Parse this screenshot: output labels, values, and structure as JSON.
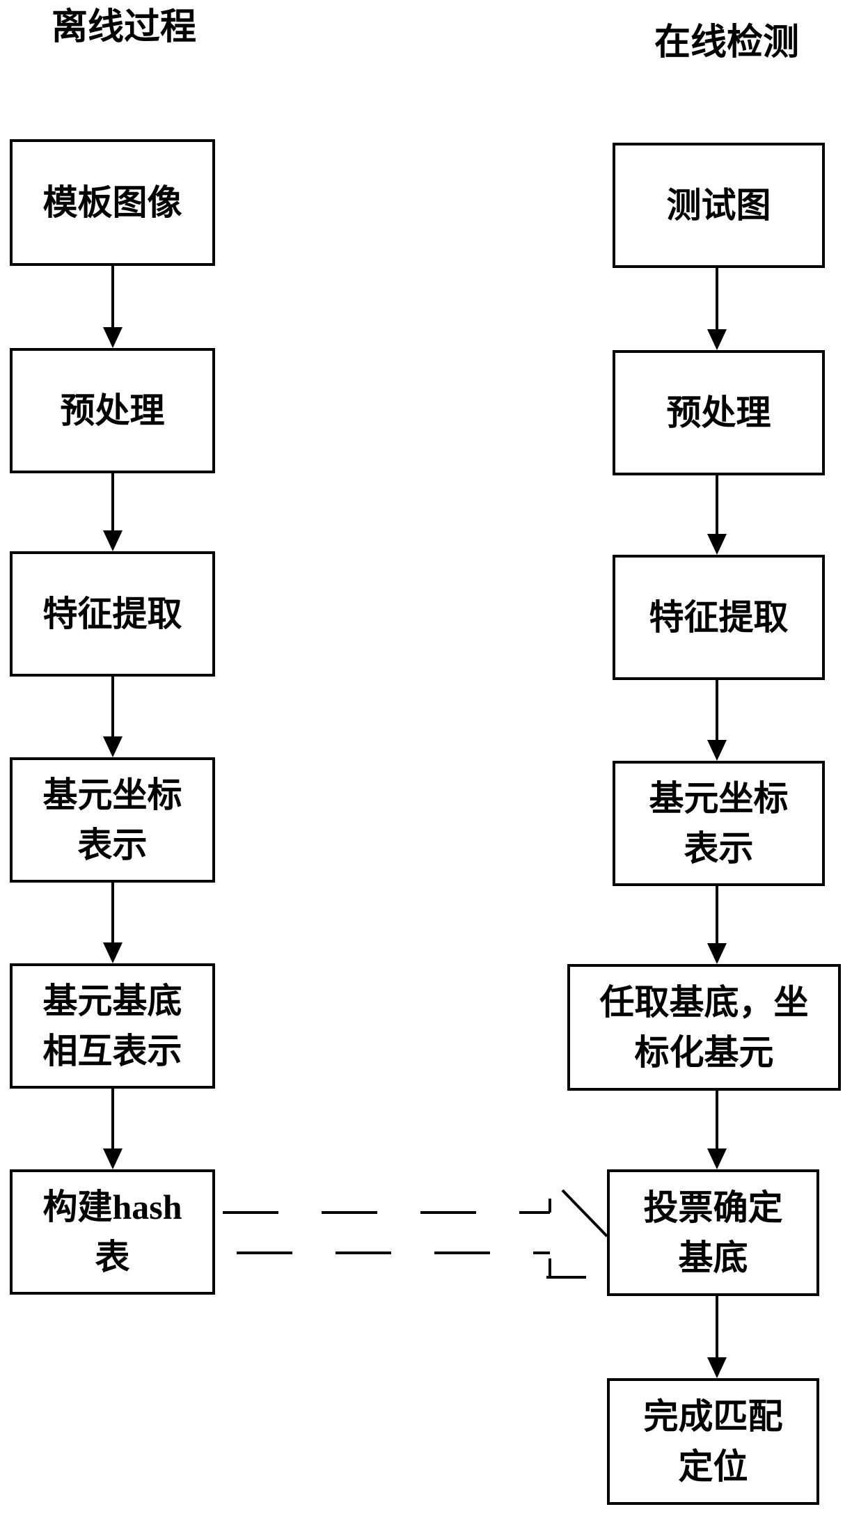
{
  "titles": {
    "offline": "离线过程",
    "online": "在线检测"
  },
  "offline_steps": [
    "模板图像",
    "预处理",
    "特征提取",
    "基元坐标\n表示",
    "基元基底\n相互表示",
    "构建hash\n表"
  ],
  "online_steps": [
    "测试图",
    "预处理",
    "特征提取",
    "基元坐标\n表示",
    "任取基底，坐\n标化基元",
    "投票确定\n基底",
    "完成匹配\n定位"
  ]
}
